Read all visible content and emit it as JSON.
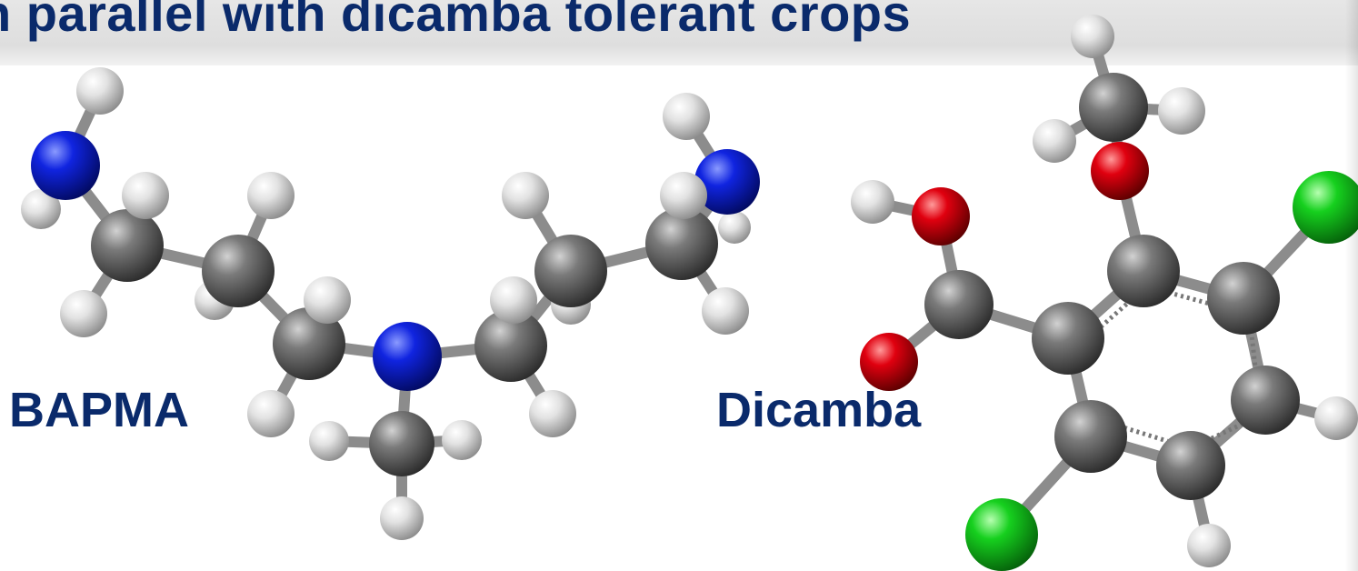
{
  "header": {
    "title": "n parallel with dicamba tolerant crops"
  },
  "molecules": [
    {
      "name": "BAPMA"
    },
    {
      "name": "Dicamba"
    }
  ],
  "atom_colors": {
    "carbon": "#5f5f5f",
    "hydrogen": "#e4e4e4",
    "nitrogen": "#0e1fd6",
    "oxygen": "#e0000f",
    "chlorine": "#16c41e"
  }
}
